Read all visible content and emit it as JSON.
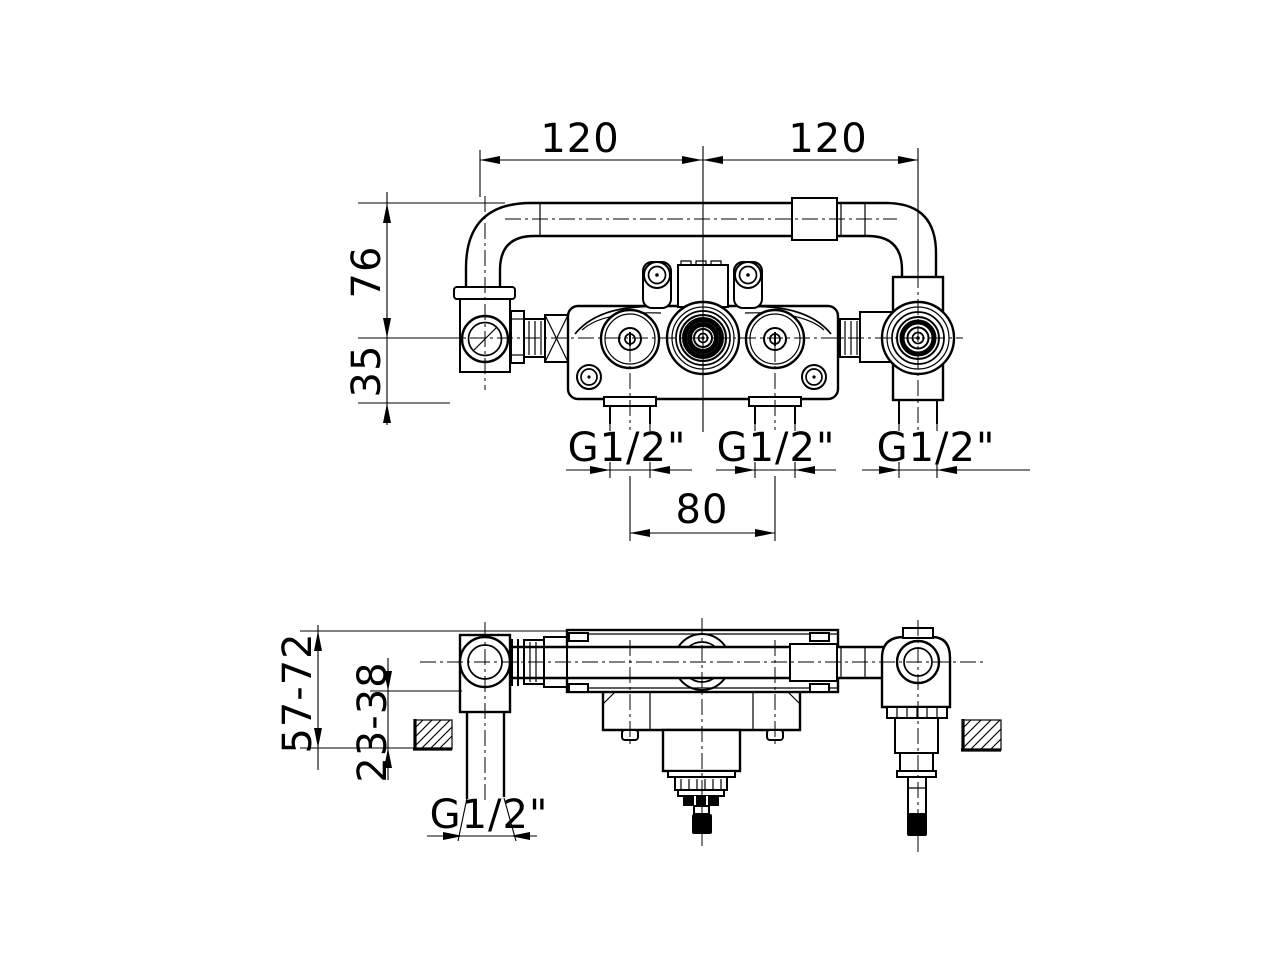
{
  "page": {
    "background": "#ffffff",
    "line_color": "#000000"
  },
  "front_view": {
    "dim_spout_reach_left": "120",
    "dim_spout_reach_right": "120",
    "dim_spout_height": "76",
    "dim_body_below_axis": "35",
    "thread_port_left": "G1/2\"",
    "thread_port_center": "G1/2\"",
    "thread_port_right": "G1/2\"",
    "dim_port_spacing": "80"
  },
  "side_view": {
    "dim_depth_range_total": "57-72",
    "dim_depth_range_wall": "23-38",
    "thread_port_bottom": "G1/2\""
  }
}
